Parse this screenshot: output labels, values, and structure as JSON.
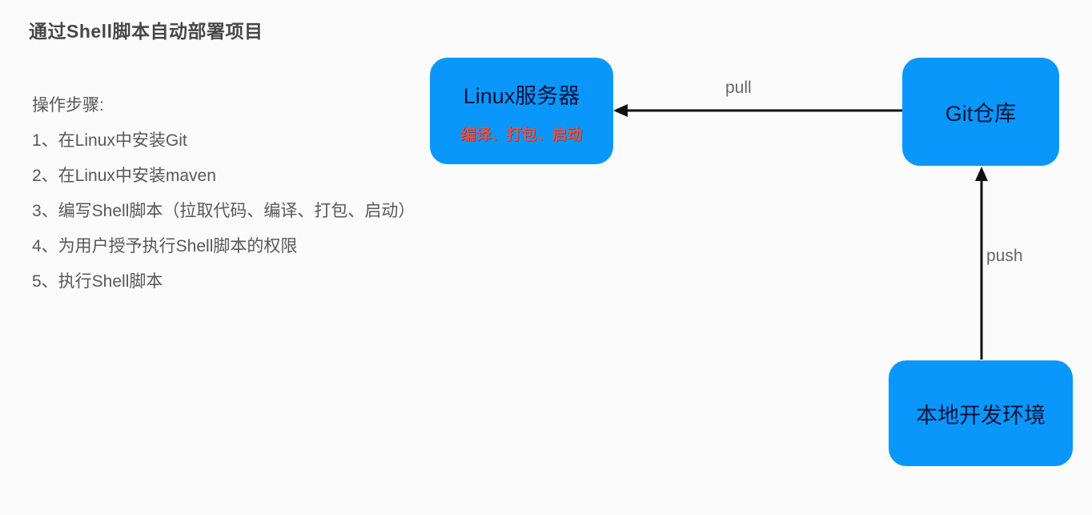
{
  "page": {
    "title": "通过Shell脚本自动部署项目"
  },
  "steps": {
    "heading": "操作步骤:",
    "items": [
      "1、在Linux中安装Git",
      "2、在Linux中安装maven",
      "3、编写Shell脚本（拉取代码、编译、打包、启动）",
      "4、为用户授予执行Shell脚本的权限",
      "5、执行Shell脚本"
    ]
  },
  "diagram": {
    "nodes": {
      "linux_server": {
        "label": "Linux服务器",
        "sublabel": "编译、打包、启动"
      },
      "git_repo": {
        "label": "Git仓库"
      },
      "local_dev": {
        "label": "本地开发环境"
      }
    },
    "edges": {
      "pull": {
        "label": "pull",
        "from": "git_repo",
        "to": "linux_server"
      },
      "push": {
        "label": "push",
        "from": "local_dev",
        "to": "git_repo"
      }
    },
    "colors": {
      "node_fill": "#0a97fc",
      "node_label": "#10143a",
      "node_sublabel": "#e2534b",
      "arrow": "#111111",
      "edge_label": "#666666",
      "title": "#474747",
      "steps_text": "#585858",
      "background": "#fbfbfb"
    }
  }
}
